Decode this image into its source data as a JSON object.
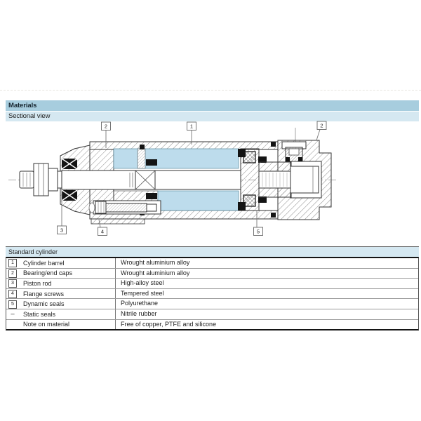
{
  "header": {
    "title": "Materials",
    "subtitle": "Sectional view"
  },
  "drawing": {
    "callouts": [
      "2",
      "1",
      "2",
      "3",
      "4",
      "5"
    ]
  },
  "table": {
    "title": "Standard cylinder",
    "rows": [
      {
        "ref": "1",
        "boxed": true,
        "item": "Cylinder barrel",
        "material": "Wrought aluminium alloy"
      },
      {
        "ref": "2",
        "boxed": true,
        "item": "Bearing/end caps",
        "material": "Wrought aluminium alloy"
      },
      {
        "ref": "3",
        "boxed": true,
        "item": "Piston rod",
        "material": "High-alloy steel"
      },
      {
        "ref": "4",
        "boxed": true,
        "item": "Flange screws",
        "material": "Tempered steel"
      },
      {
        "ref": "5",
        "boxed": true,
        "item": "Dynamic seals",
        "material": "Polyurethane"
      },
      {
        "ref": "–",
        "boxed": false,
        "item": "Static seals",
        "material": "Nitrile rubber"
      },
      {
        "ref": "",
        "boxed": false,
        "item": "Note on material",
        "material": "Free of copper, PTFE and silicone"
      }
    ]
  },
  "colors": {
    "materials_bar_bg": "#a7cdde",
    "subtitle_bar_bg": "#d5e8f1",
    "table_header_bg": "#d5e8f1",
    "drawing_blue_fill": "#bddcec",
    "seal_black": "#141414",
    "line_dark": "#333333"
  }
}
